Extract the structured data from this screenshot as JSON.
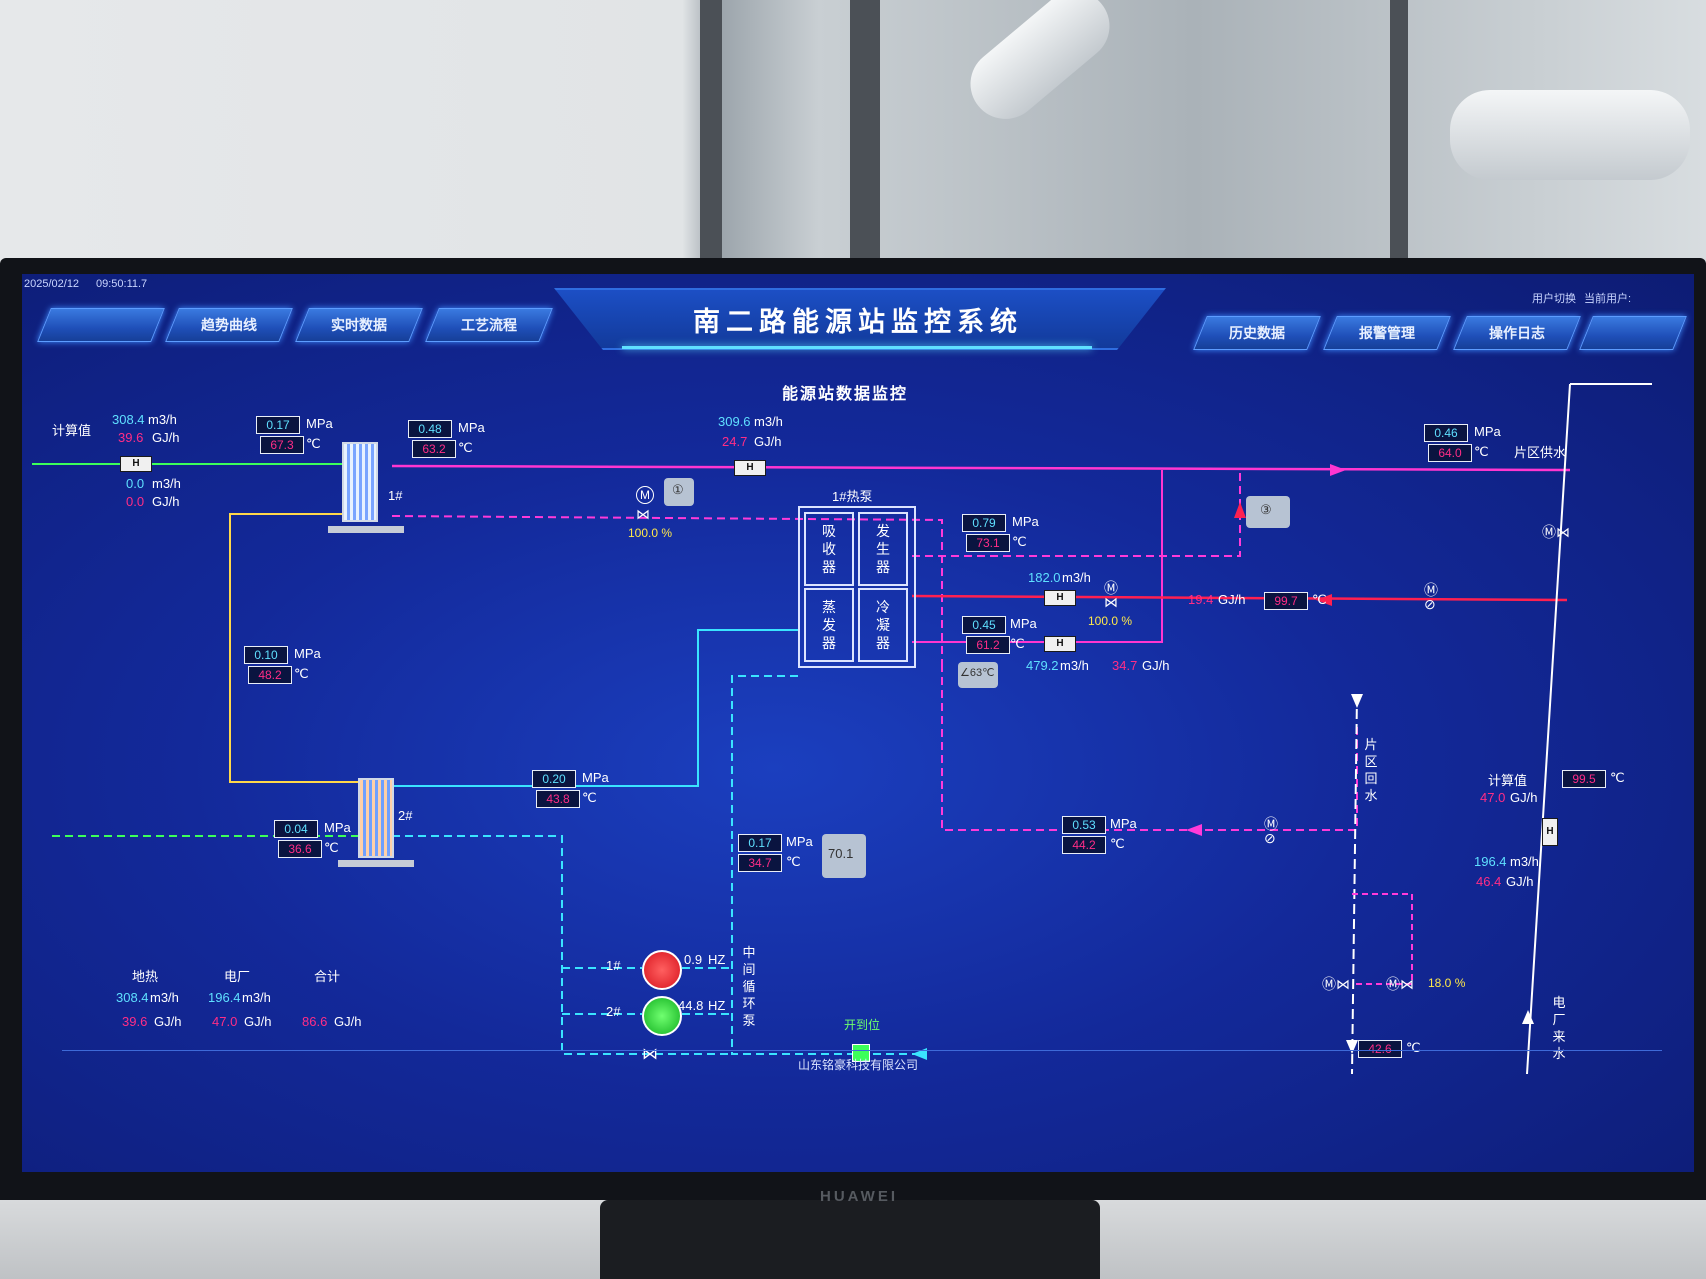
{
  "header": {
    "datetime": "2025/02/12",
    "time": "09:50:11.7",
    "title": "南二路能源站监控系统",
    "subtitle": "能源站数据监控",
    "user_switch": "用户切换",
    "current_user": "当前用户:",
    "nav_left": [
      "",
      "趋势曲线",
      "实时数据",
      "工艺流程"
    ],
    "nav_right": [
      "历史数据",
      "报警管理",
      "操作日志",
      ""
    ]
  },
  "left_inlet": {
    "label": "计算值",
    "flow": "308.4",
    "flow_unit": "m3/h",
    "heat": "39.6",
    "heat_unit": "GJ/h",
    "flow2": "0.0",
    "flow2_unit": "m3/h",
    "heat2": "0.0",
    "heat2_unit": "GJ/h"
  },
  "hx1": {
    "name": "1#",
    "in_p": "0.17",
    "in_t": "67.3",
    "out_p": "0.48",
    "out_t": "63.2"
  },
  "main_supply": {
    "flow": "309.6",
    "flow_unit": "m3/h",
    "heat": "24.7",
    "heat_unit": "GJ/h"
  },
  "valve1": {
    "pct": "100.0 %"
  },
  "district_supply": {
    "label": "片区供水",
    "p": "0.46",
    "t": "64.0"
  },
  "heat_pump": {
    "title": "1#热泵",
    "absorber": "吸收器",
    "generator": "发生器",
    "evaporator": "蒸发器",
    "condenser": "冷凝器"
  },
  "hp_gen_out": {
    "p": "0.79",
    "t": "73.1"
  },
  "hp_mid": {
    "flow": "182.0",
    "flow_unit": "m3/h",
    "valve_pct": "100.0 %",
    "heat": "19.4",
    "heat_unit": "GJ/h",
    "temp": "99.7"
  },
  "hp_cond": {
    "p": "0.45",
    "t": "61.2",
    "flow": "479.2",
    "flow_unit": "m3/h",
    "heat": "34.7",
    "heat_unit": "GJ/h"
  },
  "left_mid": {
    "p": "0.10",
    "t": "48.2"
  },
  "hx2_return": {
    "p": "0.20",
    "t": "43.8"
  },
  "hx2": {
    "name": "2#",
    "p": "0.04",
    "t": "36.6"
  },
  "mid_circ": {
    "p": "0.17",
    "t": "34.7",
    "label": "中间循环泵",
    "pump1": "1#",
    "pump1_hz": "0.9",
    "pump2": "2#",
    "pump2_hz": "44.8",
    "hz_unit": "HZ",
    "valve_state": "开到位"
  },
  "district_return": {
    "label": "片区回水",
    "p": "0.53",
    "t": "44.2",
    "bottom_t": "42.6",
    "valve_pct": "18.0 %"
  },
  "plant_supply": {
    "label": "电厂来水",
    "calc_label": "计算值",
    "t": "99.5",
    "heat": "47.0",
    "heat_unit": "GJ/h",
    "flow": "196.4",
    "flow_unit": "m3/h",
    "heat2": "46.4",
    "heat2_unit": "GJ/h"
  },
  "summary": {
    "headers": [
      "地热",
      "电厂",
      "合计"
    ],
    "flows": [
      "308.4",
      "196.4",
      ""
    ],
    "flow_unit": "m3/h",
    "heats": [
      "39.6",
      "47.0",
      "86.6"
    ],
    "heat_unit": "GJ/h"
  },
  "units": {
    "mpa": "MPa",
    "degc": "℃"
  },
  "sticky_notes": [
    "①",
    "③",
    "∠63℃",
    "70.1"
  ],
  "footer": "山东铭豪科技有限公司",
  "monitor_brand": "HUAWEI"
}
